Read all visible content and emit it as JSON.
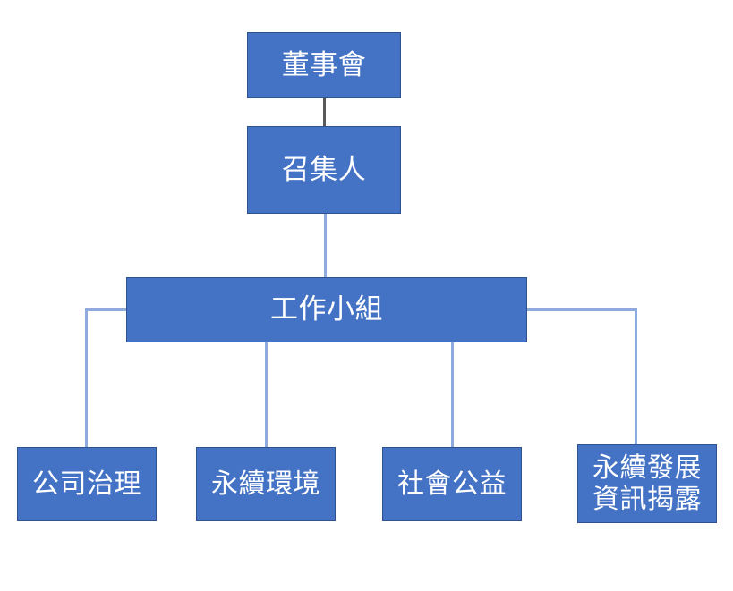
{
  "diagram": {
    "type": "organization-chart",
    "orientation": "top-down",
    "theme": {
      "node_fill": "#4472C4",
      "node_border": "#2F528F",
      "node_text": "#FFFFFF",
      "connector_primary": "#595959",
      "connector_secondary": "#8FAADC",
      "background": "#FFFFFF"
    },
    "levels": [
      {
        "level": 1,
        "nodes": [
          {
            "id": "board",
            "label": "董事會"
          }
        ]
      },
      {
        "level": 2,
        "nodes": [
          {
            "id": "convener",
            "label": "召集人"
          }
        ]
      },
      {
        "level": 3,
        "nodes": [
          {
            "id": "workgroup",
            "label": "工作小組"
          }
        ]
      },
      {
        "level": 4,
        "nodes": [
          {
            "id": "governance",
            "label": "公司治理"
          },
          {
            "id": "environment",
            "label": "永續環境"
          },
          {
            "id": "social",
            "label": "社會公益"
          },
          {
            "id": "disclosure",
            "label": "永續發展\n資訊揭露"
          }
        ]
      }
    ],
    "edges": [
      {
        "from": "board",
        "to": "convener",
        "style": "straight",
        "color": "#595959"
      },
      {
        "from": "convener",
        "to": "workgroup",
        "style": "straight",
        "color": "#8FAADC"
      },
      {
        "from": "workgroup",
        "to": "governance",
        "style": "elbow-left",
        "color": "#8FAADC"
      },
      {
        "from": "workgroup",
        "to": "environment",
        "style": "straight",
        "color": "#8FAADC"
      },
      {
        "from": "workgroup",
        "to": "social",
        "style": "straight",
        "color": "#8FAADC"
      },
      {
        "from": "workgroup",
        "to": "disclosure",
        "style": "elbow-right",
        "color": "#8FAADC"
      }
    ]
  }
}
